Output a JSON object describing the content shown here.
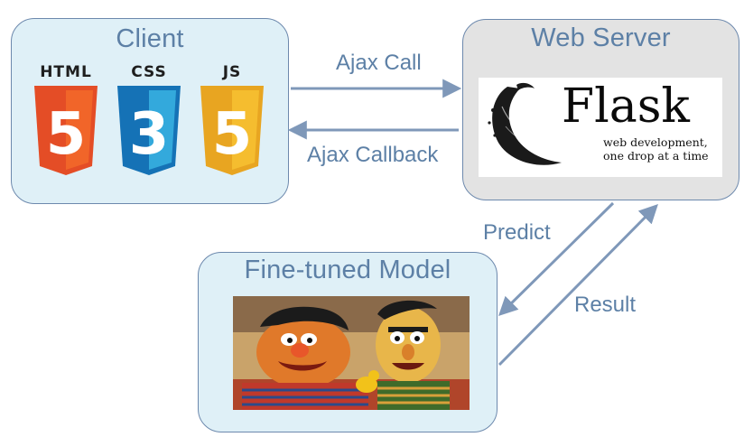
{
  "client": {
    "title": "Client",
    "logos": [
      {
        "label": "HTML",
        "digit": "5",
        "color": "#e44d26",
        "shade": "#f16529"
      },
      {
        "label": "CSS",
        "digit": "3",
        "color": "#1572b6",
        "shade": "#33a9dc"
      },
      {
        "label": "JS",
        "digit": "5",
        "color": "#e8a521",
        "shade": "#f5bd2f"
      }
    ]
  },
  "server": {
    "title": "Web Server",
    "logo_word": "Flask",
    "tagline_1": "web development,",
    "tagline_2": "one drop at a time"
  },
  "model": {
    "title": "Fine-tuned Model"
  },
  "arrows": {
    "ajax_call": "Ajax Call",
    "ajax_callback": "Ajax Callback",
    "predict": "Predict",
    "result": "Result"
  },
  "colors": {
    "arrow": "#7f98b9",
    "label": "#5d80a6",
    "box_border": "#6d89ad"
  }
}
